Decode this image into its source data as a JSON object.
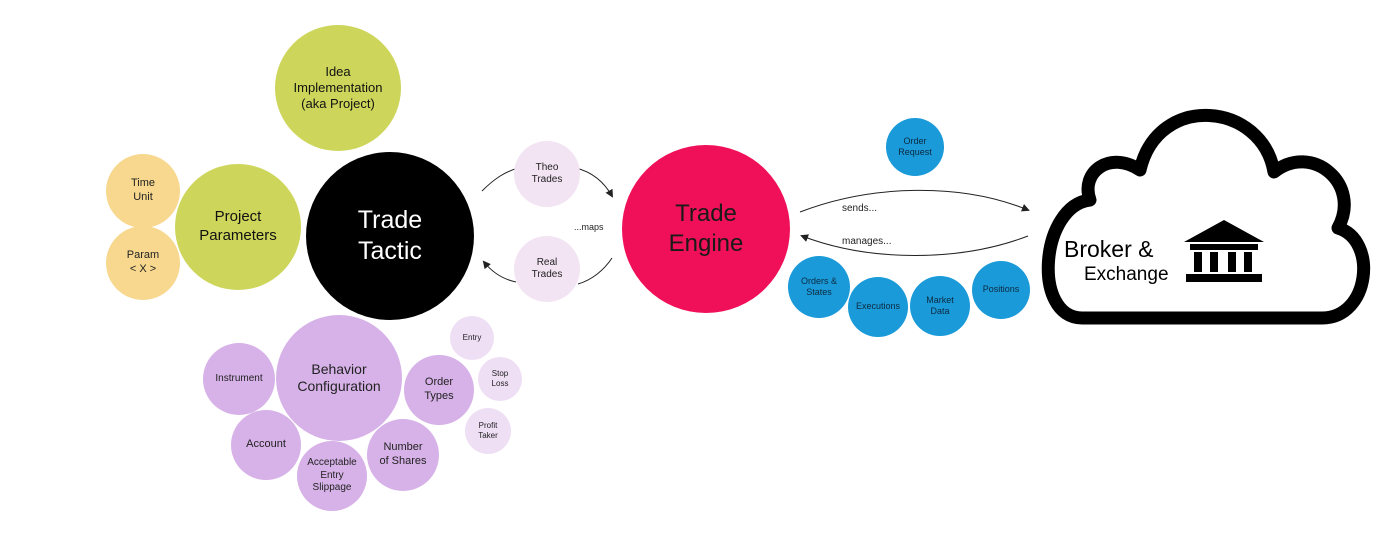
{
  "nodes": {
    "idea_implementation": "Idea\nImplementation\n(aka Project)",
    "time_unit": "Time\nUnit",
    "param_x": "Param\n< X >",
    "project_parameters": "Project\nParameters",
    "trade_tactic": "Trade\nTactic",
    "theo_trades": "Theo\nTrades",
    "real_trades": "Real\nTrades",
    "trade_engine": "Trade\nEngine",
    "order_request": "Order\nRequest",
    "orders_states": "Orders &\nStates",
    "executions": "Executions",
    "market_data": "Market\nData",
    "positions": "Positions",
    "broker_line1": "Broker &",
    "broker_line2": "Exchange",
    "behavior_configuration": "Behavior\nConfiguration",
    "instrument": "Instrument",
    "account": "Account",
    "acceptable_entry_slippage": "Acceptable\nEntry\nSlippage",
    "number_of_shares": "Number\nof Shares",
    "order_types": "Order\nTypes",
    "entry": "Entry",
    "stop_loss": "Stop\nLoss",
    "profit_taker": "Profit\nTaker"
  },
  "edge_labels": {
    "maps": "...maps",
    "sends": "sends...",
    "manages": "manages..."
  },
  "colors": {
    "idea": "#cdd65a",
    "params": "#f7d88e",
    "tactic": "#000000",
    "engine": "#f0105a",
    "trades": "#f3e4f3",
    "behavior": "#d7b2e8",
    "broker_items": "#1a9ad8"
  },
  "icons": [
    "cloud-icon",
    "bank-icon"
  ]
}
